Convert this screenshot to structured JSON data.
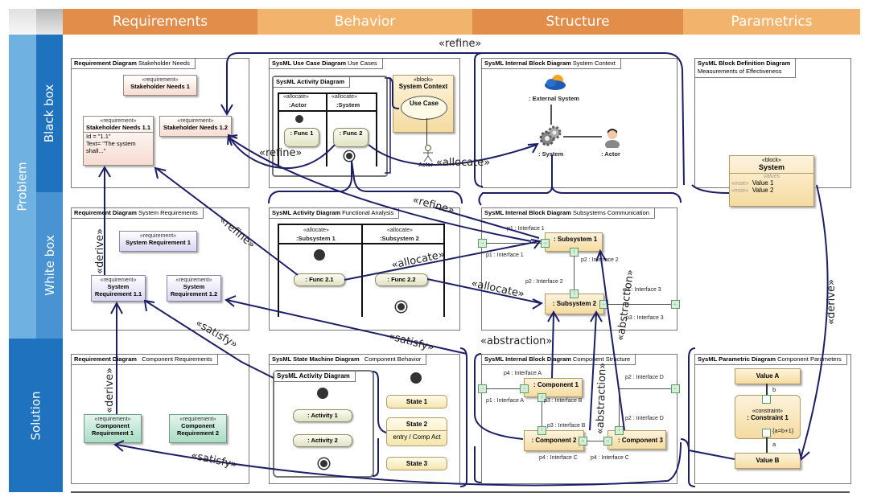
{
  "columns": [
    "Requirements",
    "Behavior",
    "Structure",
    "Parametrics"
  ],
  "rows": {
    "problem": "Problem",
    "black_box": "Black box",
    "white_box": "White box",
    "solution": "Solution"
  },
  "colors": {
    "col_dark": "#e38d4b",
    "col_light": "#f2b36d",
    "row_light": "#6fb1e0",
    "row_dark": "#1e72be",
    "row_mid": "#4a93d3",
    "arrow": "#1d1f66"
  },
  "diagrams": {
    "stakeholder": {
      "kind": "Requirement Diagram",
      "name": "Stakeholder Needs",
      "r1": {
        "stereo": "«requirement»",
        "name": "Stakeholder Needs 1"
      },
      "r11": {
        "stereo": "«requirement»",
        "name": "Stakeholder Needs 1.1",
        "id": "Id = \"1.1\"",
        "text1": "Text= \"The system",
        "text2": "shall...\""
      },
      "r12": {
        "stereo": "«requirement»",
        "name": "Stakeholder Needs 1.2"
      }
    },
    "usecases": {
      "kind": "SysML Use Case Diagram",
      "name": "Use Cases",
      "activity": {
        "kind": "SysML Activity Diagram",
        "lane1_st": "«allocate»",
        "lane1": ":Actor",
        "lane2_st": "«allocate»",
        "lane2": ":System",
        "func1": ": Func 1",
        "func2": ": Func 2"
      },
      "block": {
        "stereo": "«block»",
        "name": "System Context",
        "usecase": "Use Case",
        "actor": "Actor"
      }
    },
    "syscontext": {
      "kind": "SysML Internal Block Diagram",
      "name": "System Context",
      "ext": ": External System",
      "system": ": System",
      "actor": ": Actor"
    },
    "moe": {
      "kind": "SysML Block Definition Diagram",
      "name": "Measurements of Effectiveness",
      "block_st": "«block»",
      "block": "System",
      "values": "values",
      "moe": "«moe»",
      "v1": "Value 1",
      "v2": "Value 2"
    },
    "sysreq": {
      "kind": "Requirement Diagram",
      "name": "System Requirements",
      "r1": {
        "stereo": "«requirement»",
        "name": "System Requirement 1"
      },
      "r11": {
        "stereo": "«requirement»",
        "l1": "System",
        "l2": "Requirement 1.1"
      },
      "r12": {
        "stereo": "«requirement»",
        "l1": "System",
        "l2": "Requirement 1.2"
      }
    },
    "functional": {
      "kind": "SysML Activity Diagram",
      "name": "Functional Analysis",
      "lane1_st": "«allocate»",
      "lane1": ":Subsystem 1",
      "lane2_st": "«allocate»",
      "lane2": ":Subsystem 2",
      "f1": ": Func 2.1",
      "f2": ": Func 2.2"
    },
    "subsys": {
      "kind": "SysML Internal Block Diagram",
      "name": "Subsystems Communication",
      "s1": ": Subsystem 1",
      "s2": ": Subsystem 2",
      "p1a": "p1 : Interface 1",
      "p1b": "p1 : Interface 1",
      "p2a": "p2 : Interface 2",
      "p2b": "p2 : Interface 2",
      "p3a": "p3 : Interface 3",
      "p3b": "p3 : Interface 3"
    },
    "compreq": {
      "kind": "Requirement Diagram",
      "name": "Component Requirements",
      "c1": {
        "stereo": "«requirement»",
        "l1": "Component",
        "l2": "Requirement 1"
      },
      "c2": {
        "stereo": "«requirement»",
        "l1": "Component",
        "l2": "Requirement 2"
      }
    },
    "statemachine": {
      "kind": "SysML State Machine Diagram",
      "name": "Component Behavior",
      "activity_kind": "SysML Activity Diagram",
      "a1": ": Activity 1",
      "a2": ": Activity 2",
      "s1": "State 1",
      "s2": "State 2",
      "s2entry": "entry / Comp Act",
      "s3": "State 3"
    },
    "compstruct": {
      "kind": "SysML Internal Block Diagram",
      "name": "Component Structure",
      "c1": ": Component 1",
      "c2": ": Component 2",
      "c3": ": Component 3",
      "p4a": "p4 : Interface A",
      "p1a": "p1 : Interface A",
      "p3b1": "p3 : Interface B",
      "p3b2": "p3 : Interface B",
      "p2d1": "p2 : Interface D",
      "p2d2": "p2 : Interface D",
      "p4c1": "p4 : Interface C",
      "p4c2": "p4 : Interface C"
    },
    "parametric": {
      "kind": "SysML Parametric Diagram",
      "name": "Component Parameters",
      "va": "Value A",
      "vb": "Value B",
      "c_st": "«constraint»",
      "c": ": Constraint 1",
      "eq": "{a=b+1}",
      "b": "b",
      "a": "a"
    }
  },
  "relations": {
    "refine_top": "«refine»",
    "refine_mid": "«refine»",
    "refine_left": "«refine»",
    "refine_diag": "«refine»",
    "allocate_top": "«allocate»",
    "allocate_mid1": "«allocate»",
    "allocate_mid2": "«allocate»",
    "derive_1": "«derive»",
    "derive_2": "«derive»",
    "derive_right": "«derive»",
    "satisfy_1": "«satisfy»",
    "satisfy_2": "«satisfy»",
    "satisfy_3": "«satisfy»",
    "abstraction_1": "«abstraction»",
    "abstraction_2": "«abstraction»",
    "abstraction_3": "«abstraction»"
  }
}
